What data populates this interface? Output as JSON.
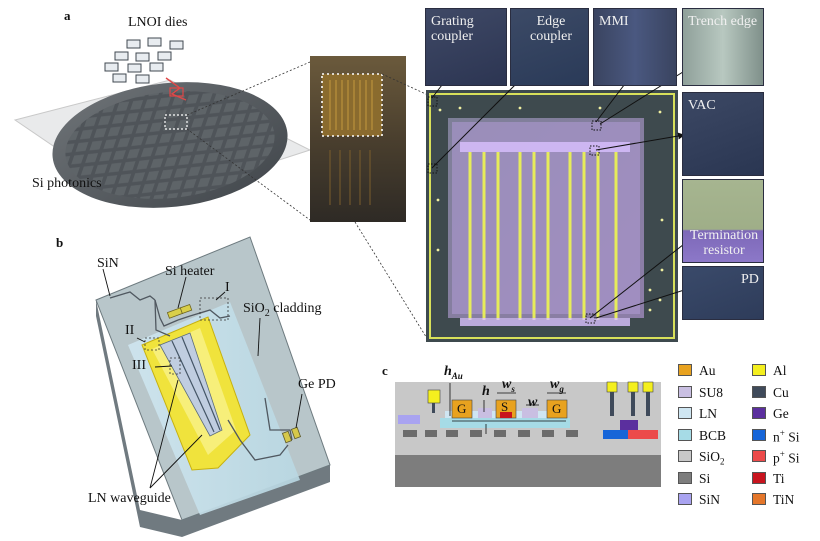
{
  "panels": {
    "a": "a",
    "b": "b",
    "c": "c"
  },
  "panel_a": {
    "lnoi_dies": "LNOI dies",
    "si_photonics": "Si photonics",
    "thumbnails": [
      {
        "id": "grating",
        "label": "Grating coupler"
      },
      {
        "id": "edge",
        "label": "Edge coupler"
      },
      {
        "id": "mmi",
        "label": "MMI"
      },
      {
        "id": "trench",
        "label": "Trench edge"
      },
      {
        "id": "vac",
        "label": "VAC"
      },
      {
        "id": "termination",
        "label": "Termination resistor"
      },
      {
        "id": "pd",
        "label": "PD"
      }
    ]
  },
  "panel_b": {
    "sin": "SiN",
    "si_heater": "Si heater",
    "roman_I": "I",
    "roman_II": "II",
    "roman_III": "III",
    "sio2_cladding_prefix": "SiO",
    "sio2_cladding_sub": "2",
    "sio2_cladding_suffix": " cladding",
    "ge_pd": "Ge PD",
    "ln_waveguide": "LN waveguide"
  },
  "panel_c": {
    "h_au_main": "h",
    "h_au_sub": "Au",
    "h": "h",
    "ws_main": "w",
    "ws_sub": "s",
    "w": "w",
    "wg_main": "w",
    "wg_sub": "g",
    "electrode_G1": "G",
    "electrode_S": "S",
    "electrode_G2": "G",
    "legend": [
      {
        "id": "au",
        "label": "Au",
        "color": "#e8a21f"
      },
      {
        "id": "al",
        "label": "Al",
        "color": "#f4ef1e"
      },
      {
        "id": "su8",
        "label": "SU8",
        "color": "#c9bfe2"
      },
      {
        "id": "cu",
        "label": "Cu",
        "color": "#3f4a5a"
      },
      {
        "id": "ln",
        "label": "LN",
        "color": "#cfe6f2"
      },
      {
        "id": "ge",
        "label": "Ge",
        "color": "#5b2f9e"
      },
      {
        "id": "bcb",
        "label": "BCB",
        "color": "#a6dbe6"
      },
      {
        "id": "nsi",
        "label": "n",
        "sup": "+",
        "suffix": " Si",
        "color": "#1665d8"
      },
      {
        "id": "sio2",
        "label": "SiO",
        "sub": "2",
        "color": "#c8c8c8"
      },
      {
        "id": "psi",
        "label": "p",
        "sup": "+",
        "suffix": " Si",
        "color": "#ec4a4a"
      },
      {
        "id": "si",
        "label": "Si",
        "color": "#7d7d7d"
      },
      {
        "id": "ti",
        "label": "Ti",
        "color": "#c8141e"
      },
      {
        "id": "sin",
        "label": "SiN",
        "color": "#a9a3f0"
      },
      {
        "id": "tin",
        "label": "TiN",
        "color": "#e4762a"
      }
    ]
  }
}
